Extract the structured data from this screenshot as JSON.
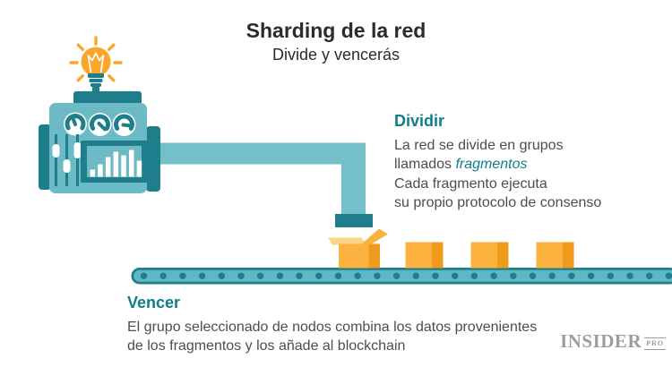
{
  "header": {
    "title": "Sharding de la red",
    "subtitle": "Divide y vencerás"
  },
  "dividir": {
    "heading": "Dividir",
    "line1": "La red se divide en grupos",
    "line2_prefix": "llamados ",
    "line2_em": "fragmentos",
    "line3": "Cada fragmento ejecuta",
    "line4": "su propio protocolo de consenso"
  },
  "vencer": {
    "heading": "Vencer",
    "line1": "El grupo seleccionado de nodos combina los datos provenientes",
    "line2": "de los fragmentos y los añade al blockchain"
  },
  "logo": {
    "brand": "INSIDER",
    "badge": "PRO"
  },
  "icons": {
    "machine": "idea-machine",
    "bulb": "lightbulb",
    "belt": "conveyor-belt",
    "boxes": "cargo-boxes"
  },
  "colors": {
    "teal_dark": "#1E7E8B",
    "teal_body": "#6BBAC6",
    "teal_pipe": "#73BFCA",
    "teal_belt": "#5DB8C3",
    "teal_heading": "#0F7E8C",
    "bulb_orange": "#F8A72B",
    "box_front": "#FBB23E",
    "box_side": "#F09B1C",
    "box_flap": "#FBD389",
    "text_gray": "#4D4D4D",
    "title_dark": "#2B2B2B",
    "logo_gray": "#9D9D9D",
    "bg_white": "#FFFFFF"
  }
}
